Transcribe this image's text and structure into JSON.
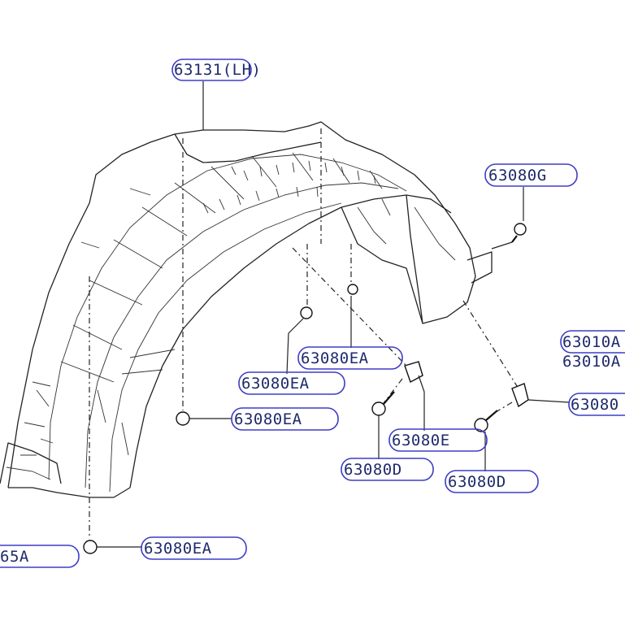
{
  "diagram": {
    "callouts": {
      "liner": "63131(LH)",
      "g_clip": "63080G",
      "a_upper": "63010A",
      "a_lower": "63010A",
      "right_edge": "63080",
      "ea_1": "63080EA",
      "ea_2": "63080EA",
      "ea_3": "63080EA",
      "ea_4": "63080EA",
      "e_clip": "63080E",
      "d_1": "63080D",
      "d_2": "63080D",
      "left_edge": "65A"
    },
    "colors": {
      "callout_outline": "#3d3dc8",
      "callout_text": "#1f2a6b",
      "line_art": "#222222"
    }
  }
}
